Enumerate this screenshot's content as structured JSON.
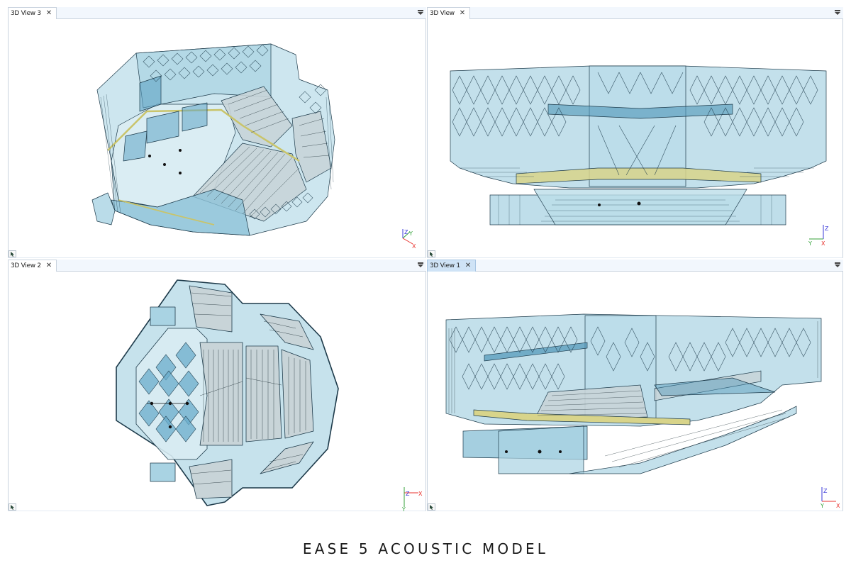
{
  "panes": [
    {
      "id": "top-left",
      "tab_label": "3D View 3",
      "close_glyph": "✕",
      "active": false,
      "view": "perspective",
      "gizmo": {
        "axes": [
          "Z",
          "Y",
          "X"
        ]
      }
    },
    {
      "id": "top-right",
      "tab_label": "3D View",
      "close_glyph": "✕",
      "active": false,
      "view": "front",
      "gizmo": {
        "axes": [
          "Z",
          "Y",
          "X"
        ]
      }
    },
    {
      "id": "bottom-left",
      "tab_label": "3D View 2",
      "close_glyph": "✕",
      "active": false,
      "view": "top",
      "gizmo": {
        "axes": [
          "Z",
          "X",
          "Y"
        ]
      }
    },
    {
      "id": "bottom-right",
      "tab_label": "3D View 1",
      "close_glyph": "✕",
      "active": true,
      "view": "side",
      "gizmo": {
        "axes": [
          "Z",
          "Y",
          "X"
        ]
      }
    }
  ],
  "icons": {
    "tab_close": "close-icon",
    "pane_menu": "dropdown-menu-icon",
    "cursor_tool": "pointer-icon"
  },
  "colors": {
    "model_fill": "#a9d3e3",
    "model_stroke": "#1d3a4a",
    "balcony_rail": "#d8d48a",
    "axis_x": "#e8322d",
    "axis_y": "#34a23a",
    "axis_z": "#3a3ad8",
    "tab_active": "#cfe3f6",
    "tabbar_bg": "#f2f7fd"
  },
  "caption": "EASE 5 ACOUSTIC MODEL"
}
